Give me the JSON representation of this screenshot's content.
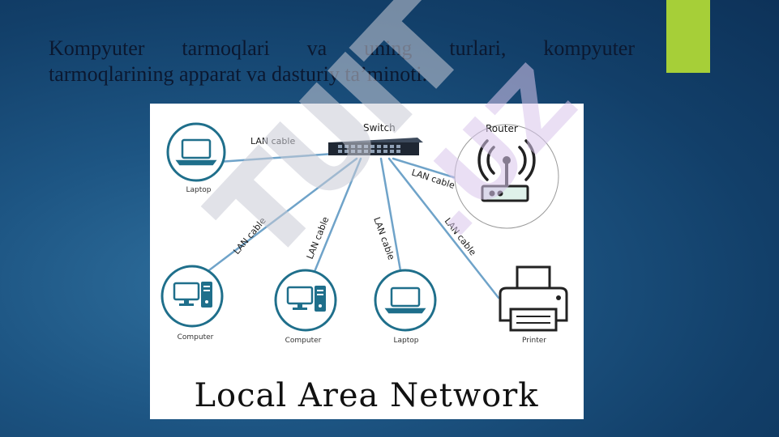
{
  "slide": {
    "title_line1": "Kompyuter tarmoqlari va uning turlari, kompyuter",
    "title_line2": "tarmoqlarining apparat va dasturiy ta’minoti.",
    "accent_color": "#a6cf38",
    "background_color": "#1d5583"
  },
  "diagram": {
    "caption": "Local Area Network",
    "nodes": {
      "switch": "Switch",
      "router": "Router",
      "laptop_top": "Laptop",
      "computer_1": "Computer",
      "computer_2": "Computer",
      "laptop_bottom": "Laptop",
      "printer": "Printer"
    },
    "cables": {
      "laptop_top": "LAN cable",
      "router": "LAN cable",
      "computer_1": "LAN cable",
      "computer_2": "LAN cable",
      "laptop_bottom": "LAN cable",
      "printer": "LAN cable"
    },
    "device_color": "#1f6f8b",
    "cable_color": "#6fa3c9"
  },
  "watermark": {
    "text": "TUIT.UZ",
    "icon": "watermark-logo"
  }
}
